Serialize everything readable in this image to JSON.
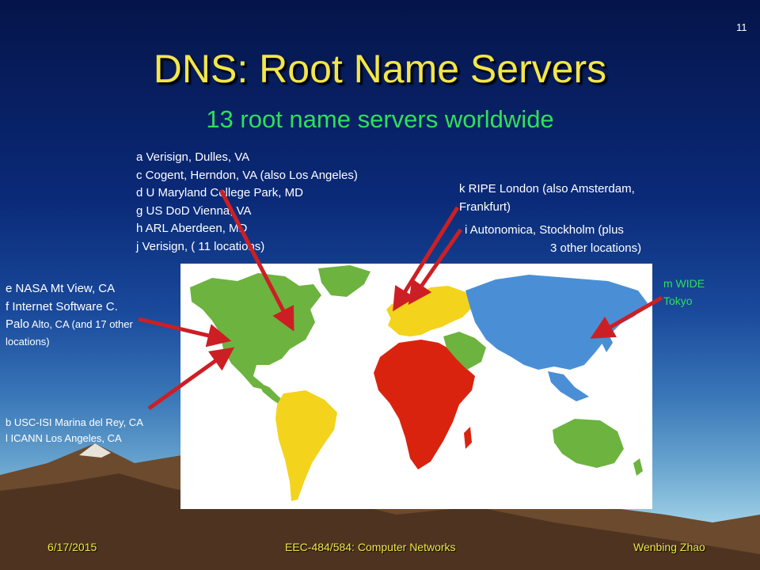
{
  "slide": {
    "number": "11",
    "title": "DNS: Root Name Servers",
    "subtitle": "13 root name servers worldwide"
  },
  "labels": {
    "us_east": [
      "a Verisign, Dulles, VA",
      "c Cogent, Herndon, VA (also Los Angeles)",
      "d U Maryland College Park, MD",
      "g US DoD Vienna, VA",
      "h ARL Aberdeen, MD",
      "j  Verisign, ( 11 locations)"
    ],
    "europe_k": [
      "k RIPE London (also Amsterdam,",
      "Frankfurt)"
    ],
    "europe_i": [
      "i Autonomica, Stockholm (plus",
      "3 other locations)"
    ],
    "west_e": {
      "line1": "e NASA Mt View, CA",
      "line2": "f  Internet Software C.",
      "line3a": "Palo",
      "line3b": " Alto, CA (and 17 other",
      "line4": "locations)"
    },
    "west_b": [
      "b USC-ISI Marina del Rey, CA",
      "l  ICANN Los Angeles, CA"
    ],
    "tokyo": [
      "m WIDE",
      "Tokyo"
    ]
  },
  "footer": {
    "date": "6/17/2015",
    "course": "EEC-484/584: Computer Networks",
    "author": "Wenbing Zhao"
  },
  "colors": {
    "title": "#f2e64a",
    "subtitle": "#2ee05a",
    "arrow": "#cc1f24",
    "americas": "#6db33f",
    "south_america": "#f4d31c",
    "europe": "#f4d31c",
    "africa": "#d9230f",
    "asia": "#4a8fd6"
  }
}
